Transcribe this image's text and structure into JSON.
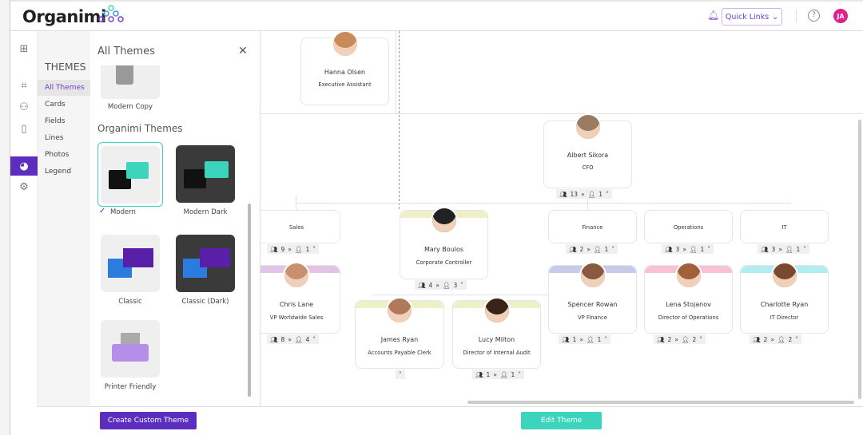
{
  "header": {
    "logo": "Organimi",
    "quick_links": "Quick Links",
    "user_initials": "JA",
    "accent": "#5b2ec0",
    "avatar_color": "#e0218a"
  },
  "iconbar": [
    "grid-icon",
    "org-chart-icon",
    "people-icon",
    "profile-card-icon",
    "palette-icon",
    "gear-icon"
  ],
  "themenav": {
    "title": "THEMES",
    "items": [
      "All Themes",
      "Cards",
      "Fields",
      "Lines",
      "Photos",
      "Legend"
    ],
    "active": "All Themes"
  },
  "panel": {
    "title": "All Themes",
    "section": "Organimi Themes",
    "themes": [
      {
        "label": "Modern Copy"
      },
      {
        "label": "Modern",
        "selected": true
      },
      {
        "label": "Modern Dark"
      },
      {
        "label": "Classic"
      },
      {
        "label": "Classic (Dark)"
      },
      {
        "label": "Printer Friendly"
      }
    ]
  },
  "chart": {
    "cards": [
      {
        "name": "Hanna Olsen",
        "title": "Executive Assistant"
      },
      {
        "name": "Albert Sikora",
        "title": "CFO",
        "stats": [
          "13",
          "1"
        ]
      },
      {
        "name": "",
        "title": "Sales",
        "stats": [
          "9",
          "1"
        ]
      },
      {
        "name": "Mary Boulos",
        "title": "Corporate Controller",
        "stats": [
          "4",
          "3"
        ]
      },
      {
        "name": "",
        "title": "Finance",
        "stats": [
          "2",
          "1"
        ]
      },
      {
        "name": "",
        "title": "Operations",
        "stats": [
          "3",
          "1"
        ]
      },
      {
        "name": "",
        "title": "IT",
        "stats": [
          "3",
          "1"
        ]
      },
      {
        "name": "Chris Lane",
        "title": "VP Worldwide Sales",
        "stats": [
          "8",
          "4"
        ]
      },
      {
        "name": "Spencer Rowan",
        "title": "VP Finance",
        "stats": [
          "1",
          "1"
        ]
      },
      {
        "name": "Lena Stojanov",
        "title": "Director of Operations",
        "stats": [
          "2",
          "2"
        ]
      },
      {
        "name": "Charlotte Ryan",
        "title": "IT Director",
        "stats": [
          "2",
          "2"
        ]
      },
      {
        "name": "James Ryan",
        "title": "Accounts Payable Clerk"
      },
      {
        "name": "Lucy Milton",
        "title": "Director of Internal Audit",
        "stats": [
          "1",
          "1"
        ]
      }
    ]
  },
  "footer": {
    "create": "Create Custom Theme",
    "edit": "Edit Theme"
  }
}
